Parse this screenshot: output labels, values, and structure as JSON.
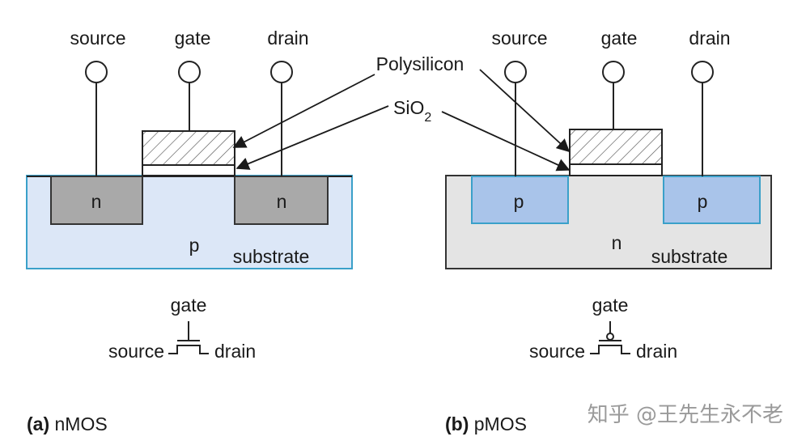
{
  "labels": {
    "source": "source",
    "gate": "gate",
    "drain": "drain",
    "polysilicon": "Polysilicon",
    "sio2_main": "SiO",
    "sio2_sub": "2",
    "substrate": "substrate"
  },
  "nmos": {
    "left_well": "n",
    "right_well": "n",
    "body": "p",
    "caption_bold": "(a)",
    "caption_text": " nMOS"
  },
  "pmos": {
    "left_well": "p",
    "right_well": "p",
    "body": "n",
    "caption_bold": "(b)",
    "caption_text": " pMOS"
  },
  "watermark": "知乎 @王先生永不老",
  "colors": {
    "nmos_substrate": "#dce7f7",
    "nmos_well": "#a9a9a9",
    "pmos_substrate": "#e4e4e4",
    "pmos_well": "#a9c4ea",
    "outline_blue": "#3aa0c9",
    "outline_dark": "#333333"
  }
}
